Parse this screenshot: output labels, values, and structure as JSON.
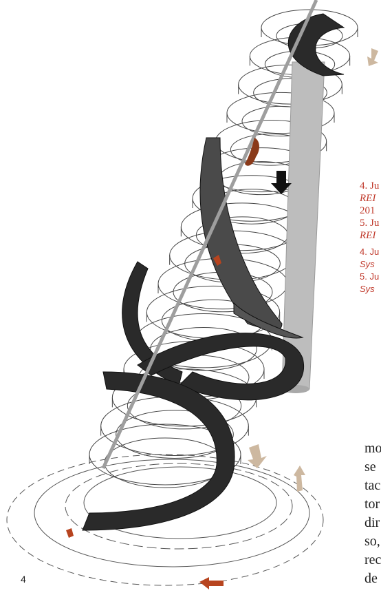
{
  "figure": {
    "page_number": "4",
    "colors": {
      "ramp": "#2a2a2a",
      "core": "#bdbdbd",
      "pole": "#a8a8a8",
      "outline": "#444444",
      "arrow_red": "#b7441f",
      "arrow_tan": "#cdb8a0",
      "arrow_black": "#111111"
    }
  },
  "captions": [
    {
      "text": "4. Ju",
      "italic": false,
      "font": "serif"
    },
    {
      "text": "REI",
      "italic": true,
      "font": "serif"
    },
    {
      "text": "201",
      "italic": false,
      "font": "serif"
    },
    {
      "text": "5. Ju",
      "italic": false,
      "font": "serif"
    },
    {
      "text": "REI",
      "italic": true,
      "font": "serif"
    },
    {
      "text": "4. Ju",
      "italic": false,
      "font": "sans"
    },
    {
      "text": "Sys",
      "italic": true,
      "font": "sans"
    },
    {
      "text": "5. Ju",
      "italic": false,
      "font": "sans"
    },
    {
      "text": "Sys",
      "italic": true,
      "font": "sans"
    }
  ],
  "body_text": [
    "mo",
    "se",
    "tac",
    "tor",
    "dir",
    "so,",
    "rec",
    "de"
  ]
}
